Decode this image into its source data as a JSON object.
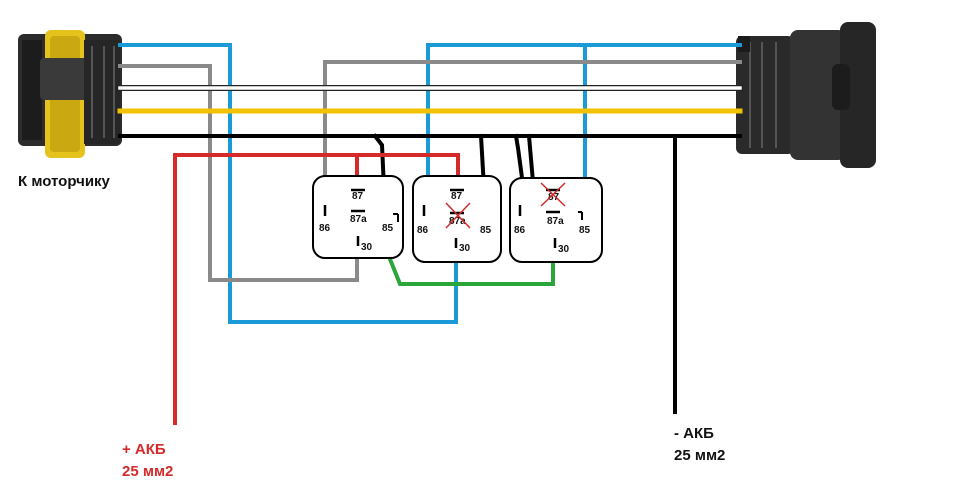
{
  "labels": {
    "motor": "К моторчику",
    "plus_akb": "+ АКБ",
    "plus_section": "25 мм2",
    "minus_akb": "- АКБ",
    "minus_section": "25 мм2"
  },
  "relays": [
    {
      "pins": {
        "p87": "87",
        "p87a": "87a",
        "p86": "86",
        "p85": "85",
        "p30": "30"
      }
    },
    {
      "pins": {
        "p87": "87",
        "p87a": "87a",
        "p86": "86",
        "p85": "85",
        "p30": "30"
      }
    },
    {
      "pins": {
        "p87": "87",
        "p87a": "87a",
        "p86": "86",
        "p85": "85",
        "p30": "30"
      }
    }
  ],
  "colors": {
    "blue": "#1a9ad6",
    "gray": "#8a8a8a",
    "white": "#ffffff",
    "yellow": "#f2c200",
    "black": "#000000",
    "red": "#d42a2a",
    "green": "#2aa63a",
    "plus_text": "#d42a2a"
  },
  "icons": [
    "left-connector-icon",
    "right-connector-icon",
    "relay-icon",
    "cross-mark-icon"
  ]
}
